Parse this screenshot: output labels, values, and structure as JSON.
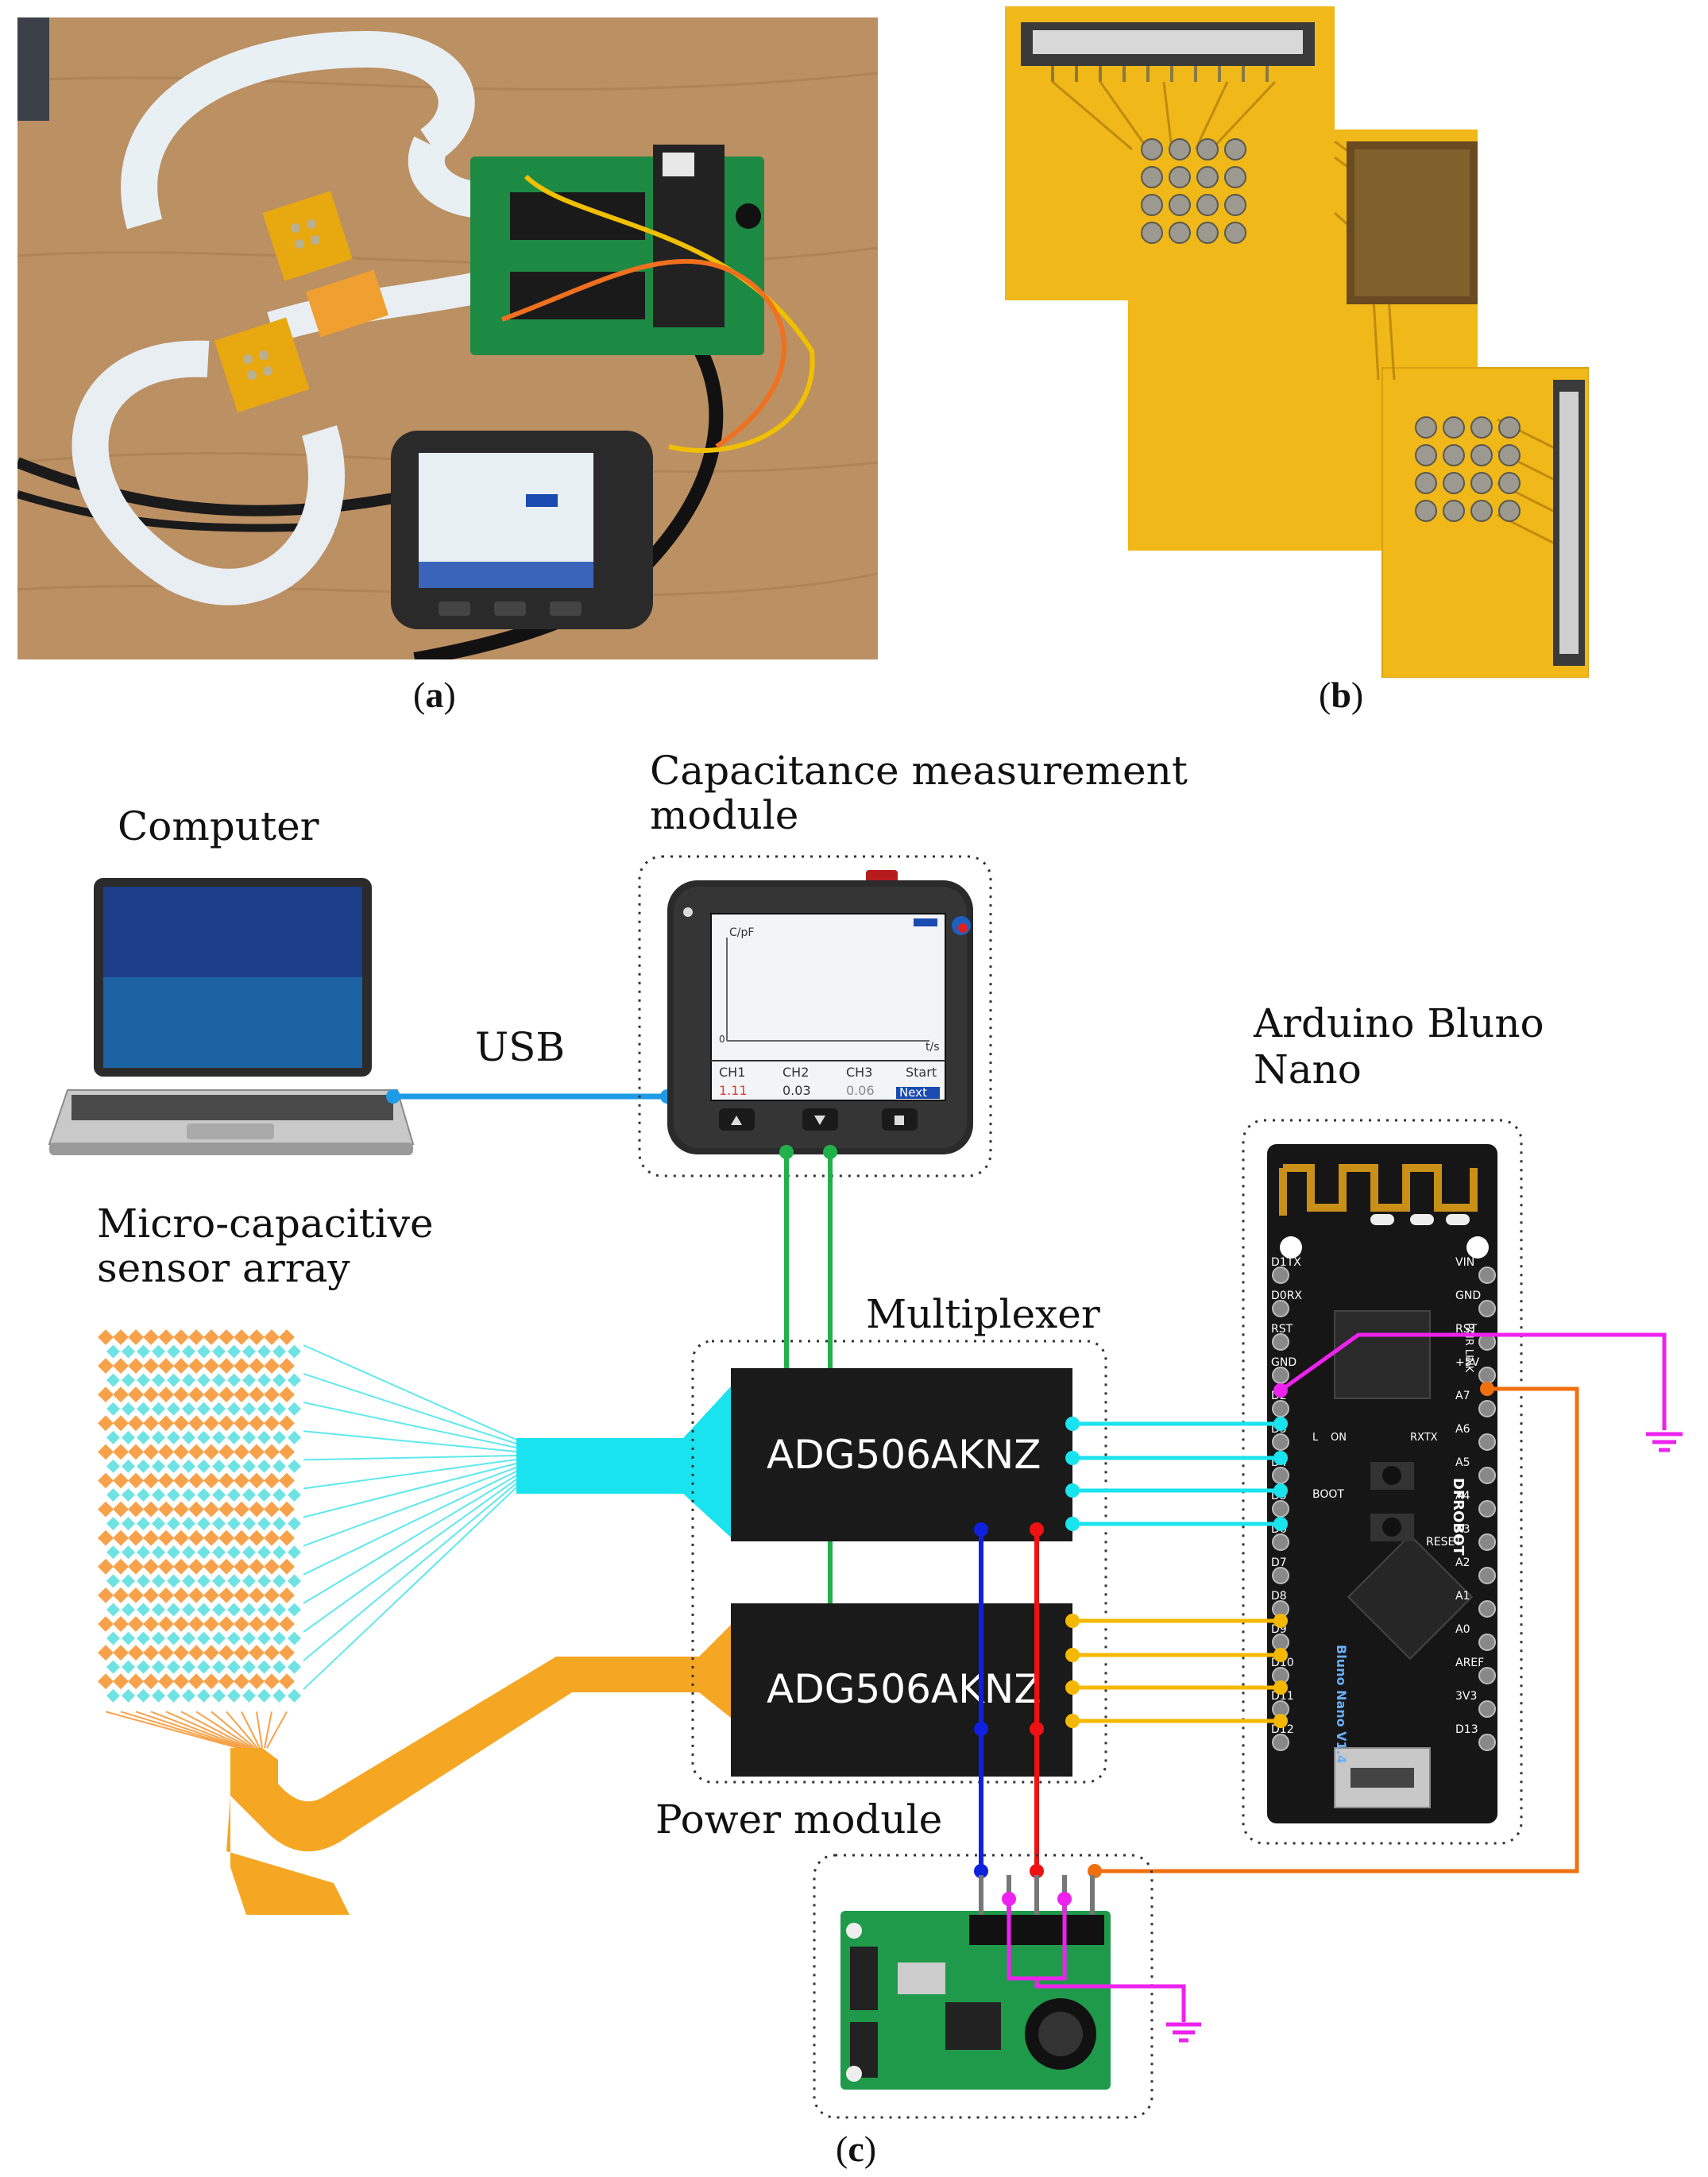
{
  "panels": {
    "a": {
      "open": "(",
      "letter": "a",
      "close": ")"
    },
    "b": {
      "open": "(",
      "letter": "b",
      "close": ")"
    },
    "c": {
      "open": "(",
      "letter": "c",
      "close": ")"
    }
  },
  "labels": {
    "computer": "Computer",
    "usb": "USB",
    "capacitance_line1": "Capacitance measurement",
    "capacitance_line2": "module",
    "arduino_line1": "Arduino Bluno",
    "arduino_line2": "Nano",
    "sensor_line1": "Micro-capacitive",
    "sensor_line2": "sensor array",
    "multiplexer": "Multiplexer",
    "power_module": "Power module"
  },
  "chips": {
    "top": "ADG506AKNZ",
    "bottom": "ADG506AKNZ"
  },
  "device_screen": {
    "axis_y": "C/pF",
    "axis_x": "t/s",
    "axis_zero": "0",
    "ch1": "CH1",
    "ch2": "CH2",
    "ch3": "CH3",
    "ch1_val": "1.11",
    "ch2_val": "0.03",
    "ch3_val": "0.06",
    "start": "Start",
    "next": "Next"
  },
  "arduino_pins_left": [
    "D1TX",
    "D0RX",
    "RST",
    "GND",
    "D2",
    "D3",
    "D4",
    "D5",
    "D6",
    "D7",
    "D8",
    "D9",
    "D10",
    "D11",
    "D12"
  ],
  "arduino_pins_right": [
    "VIN",
    "GND",
    "RST",
    "+5V",
    "A7",
    "A6",
    "A5",
    "A4",
    "A3",
    "A2",
    "A1",
    "A0",
    "AREF",
    "3V3",
    "D13"
  ],
  "arduino_board_text": {
    "brand": "DFROBOT",
    "model": "Bluno Nano V1.4",
    "boot": "BOOT",
    "reset": "RESET",
    "on": "ON",
    "l": "L",
    "rxtx": "RXTX",
    "pair_link": "PAIR LINK"
  },
  "colors": {
    "usb": "#1e9be6",
    "green_wire": "#22b04a",
    "cyan_bus": "#19e3ee",
    "orange_bus": "#f5a623",
    "yellow_wire": "#f5b800",
    "blue_wire": "#1020e0",
    "red_wire": "#ee1111",
    "magenta_wire": "#ee22ee",
    "orange_wire": "#f07010"
  }
}
